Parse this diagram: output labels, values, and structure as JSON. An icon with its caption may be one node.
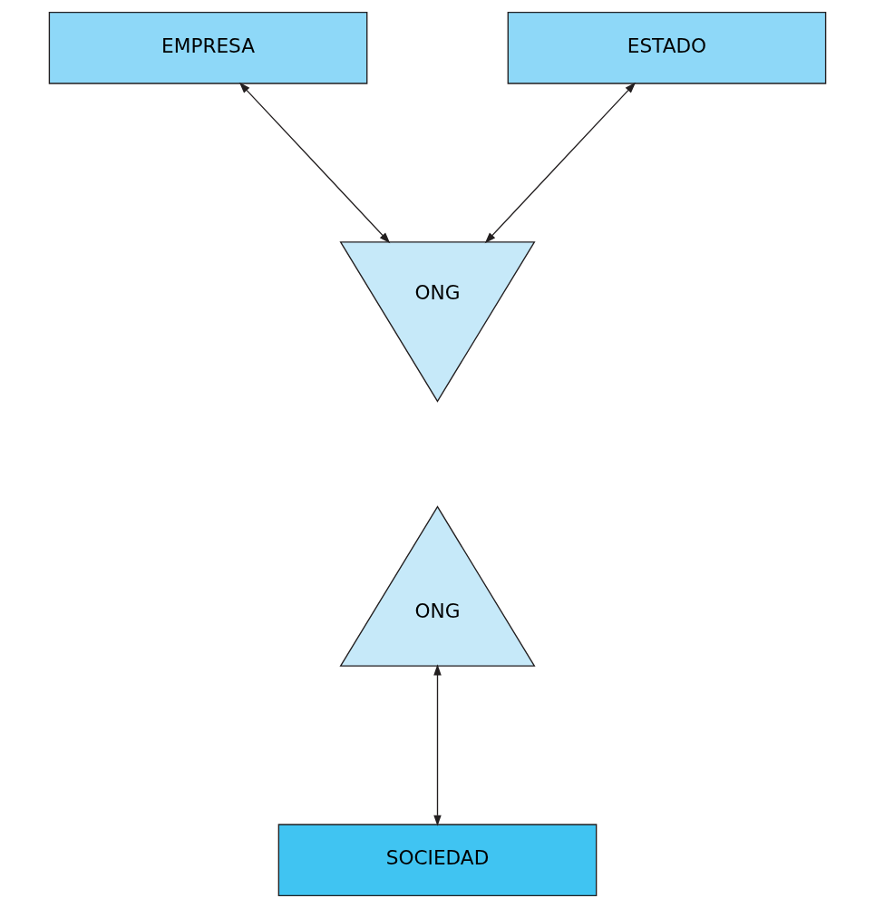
{
  "diagram": {
    "nodes": [
      {
        "text": [
          "EMPRESA"
        ]
      },
      {
        "text": [
          "ESTADO"
        ]
      },
      {
        "text": [
          "ONG"
        ]
      },
      {
        "text": [
          "ONG"
        ]
      },
      {
        "text": [
          "SOCIEDAD"
        ]
      }
    ],
    "edges": [
      {
        "from": 0,
        "to": 2,
        "arrow": "both"
      },
      {
        "from": 1,
        "to": 2,
        "arrow": "both"
      },
      {
        "from": 3,
        "to": 4,
        "arrow": "both"
      }
    ]
  }
}
